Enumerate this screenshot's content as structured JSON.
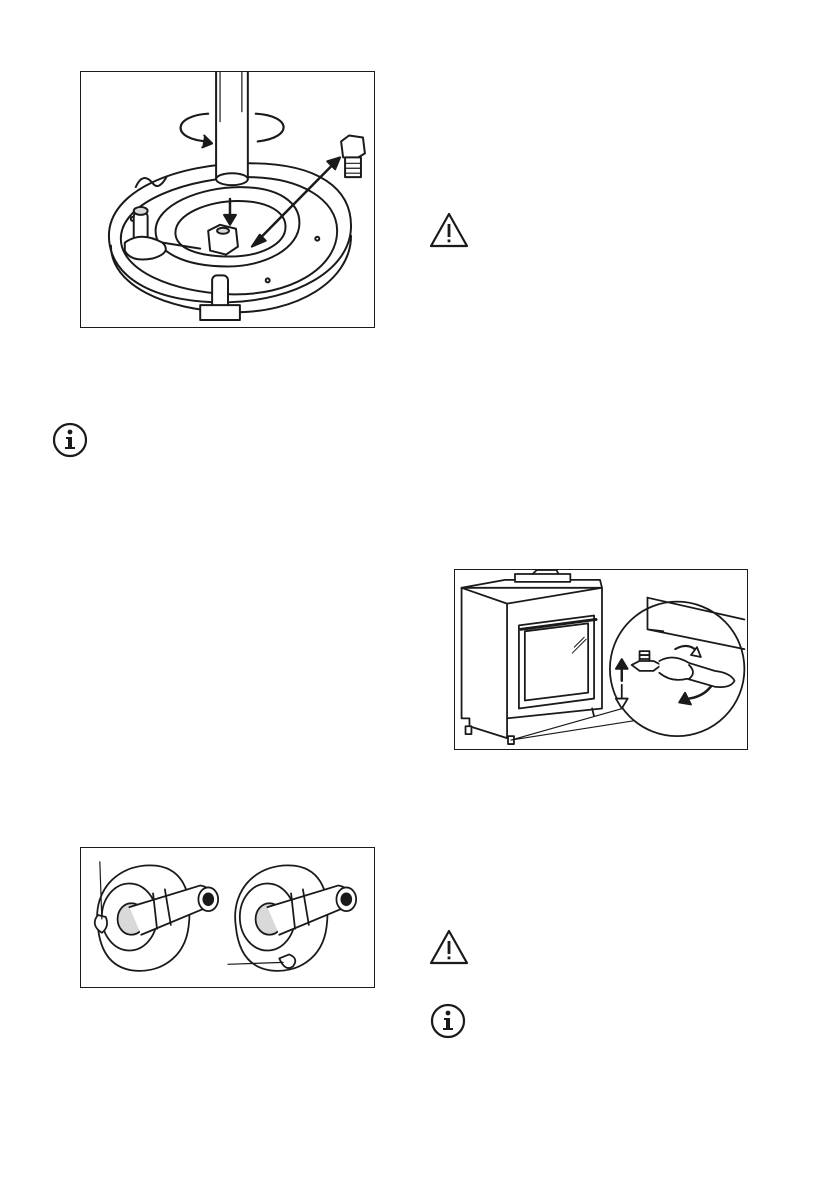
{
  "figures": [
    {
      "name": "burner-injector-replacement",
      "icon": "burner-nozzle-illustration"
    },
    {
      "name": "gas-tap-bypass-screws",
      "icon": "control-knob-shaft-illustration"
    },
    {
      "name": "cooker-leveling-feet",
      "icon": "cooker-adjustable-feet-illustration"
    }
  ],
  "callouts": [
    {
      "type": "info",
      "icon": "info-icon"
    },
    {
      "type": "warning",
      "icon": "warning-icon"
    },
    {
      "type": "warning",
      "icon": "warning-icon"
    },
    {
      "type": "info",
      "icon": "info-icon"
    }
  ],
  "colors": {
    "line": "#1a1a1a",
    "fill": "#ffffff",
    "shade": "#d9d9d9"
  }
}
